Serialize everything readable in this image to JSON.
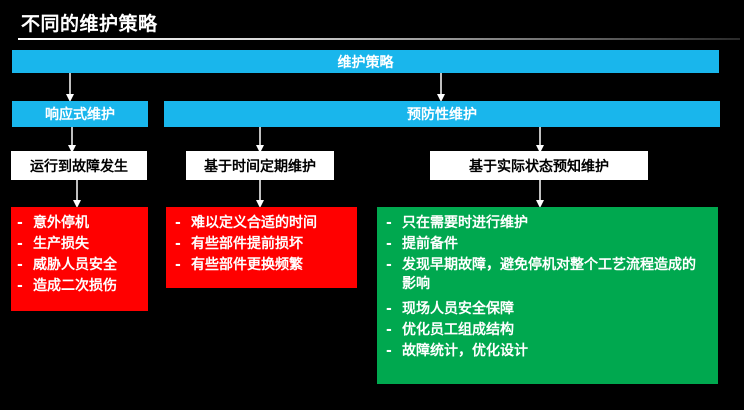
{
  "title": "不同的维护策略",
  "top_bar": {
    "label": "维护策略"
  },
  "reactive": {
    "label": "响应式维护",
    "method": "运行到故障发生",
    "points": [
      "意外停机",
      "生产损失",
      "威胁人员安全",
      "造成二次损伤"
    ]
  },
  "preventive": {
    "label": "预防性维护",
    "time_based": {
      "label": "基于时间定期维护",
      "points": [
        "难以定义合适的时间",
        "有些部件提前损坏",
        "有些部件更换频繁"
      ]
    },
    "condition_based": {
      "label": "基于实际状态预知维护",
      "points": [
        "只在需要时进行维护",
        "提前备件",
        "发现早期故障，避免停机对整个工艺流程造成的影响",
        "现场人员安全保障",
        "优化员工组成结构",
        "故障统计，优化设计"
      ]
    }
  },
  "bullet_symbol": "-",
  "colors": {
    "background": "#000000",
    "blue_bar": "#19b6ec",
    "red_box": "#ff0000",
    "green_box": "#00a84f",
    "white_box": "#ffffff"
  }
}
